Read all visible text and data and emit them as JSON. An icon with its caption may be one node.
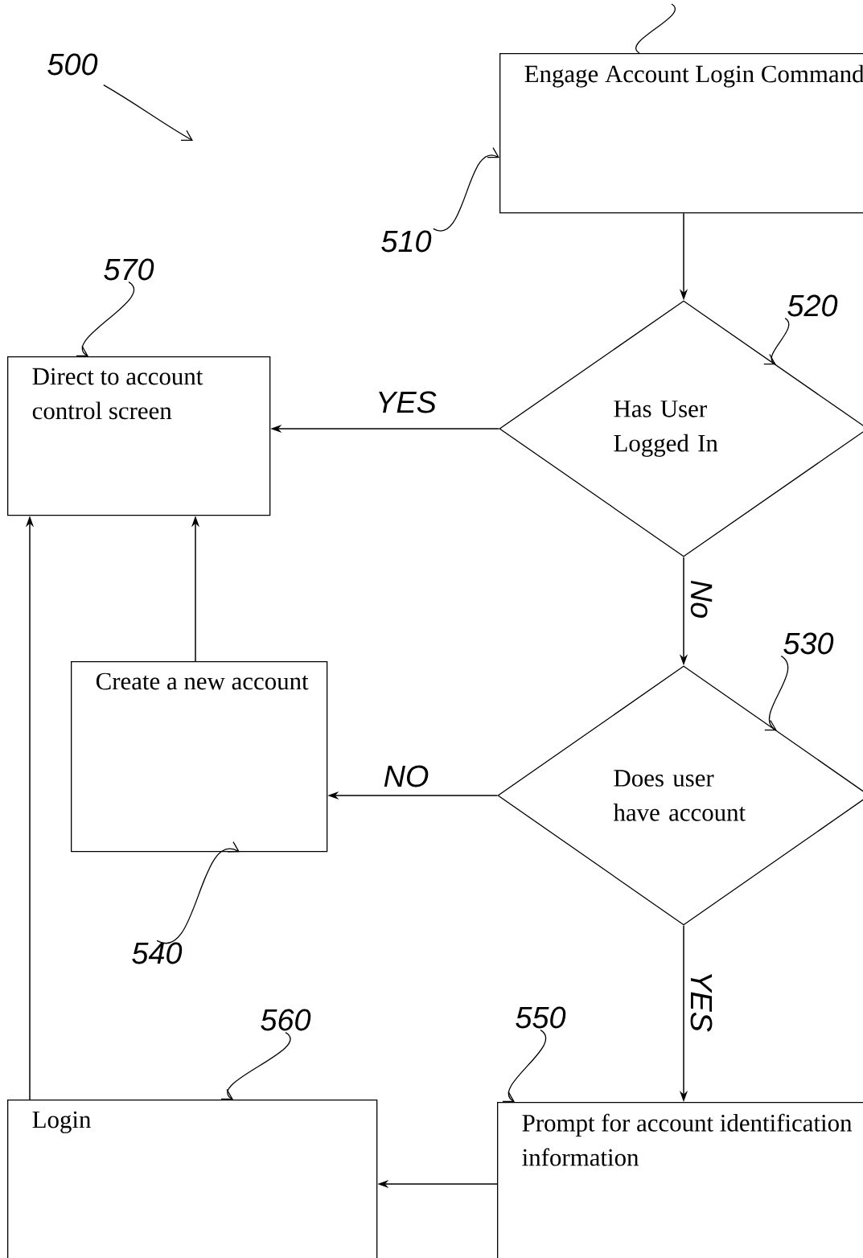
{
  "diagram": {
    "nodes": [
      {
        "text": [
          "Engage Account Login Command"
        ]
      },
      {
        "text": [
          "Has User Logged In"
        ]
      },
      {
        "text": [
          "Direct to account control screen"
        ]
      },
      {
        "text": [
          "Does user have account"
        ]
      },
      {
        "text": [
          "Create a new account"
        ]
      },
      {
        "text": [
          "Login"
        ]
      },
      {
        "text": [
          "Prompt for account identification information"
        ]
      },
      {
        "text": [
          "500"
        ]
      },
      {
        "text": [
          "510"
        ]
      },
      {
        "text": [
          "520"
        ]
      },
      {
        "text": [
          "530"
        ]
      },
      {
        "text": [
          "540"
        ]
      },
      {
        "text": [
          "550"
        ]
      },
      {
        "text": [
          "560"
        ]
      },
      {
        "text": [
          "570"
        ]
      }
    ],
    "edges": [
      {
        "from": 0,
        "to": 1,
        "arrow": "to"
      },
      {
        "from": 1,
        "to": 2,
        "arrow": "to",
        "label": "YES"
      },
      {
        "from": 1,
        "to": 3,
        "arrow": "to",
        "label": "No"
      },
      {
        "from": 3,
        "to": 4,
        "arrow": "to",
        "label": "NO"
      },
      {
        "from": 3,
        "to": 6,
        "arrow": "to",
        "label": "YES"
      },
      {
        "from": 4,
        "to": 2,
        "arrow": "to"
      },
      {
        "from": 6,
        "to": 5,
        "arrow": "to"
      },
      {
        "from": 5,
        "to": 2,
        "arrow": "to"
      },
      {
        "from": 7,
        "to": null,
        "arrow": "to"
      },
      {
        "from": 8,
        "to": 0,
        "arrow": "to"
      },
      {
        "from": 9,
        "to": 1,
        "arrow": "to"
      },
      {
        "from": 10,
        "to": 3,
        "arrow": "to"
      },
      {
        "from": 11,
        "to": 4,
        "arrow": "to"
      },
      {
        "from": 12,
        "to": 6,
        "arrow": "to"
      },
      {
        "from": 13,
        "to": 5,
        "arrow": "to"
      },
      {
        "from": 14,
        "to": 2,
        "arrow": "to"
      },
      {
        "from": null,
        "to": 0,
        "arrow": "none"
      }
    ]
  }
}
